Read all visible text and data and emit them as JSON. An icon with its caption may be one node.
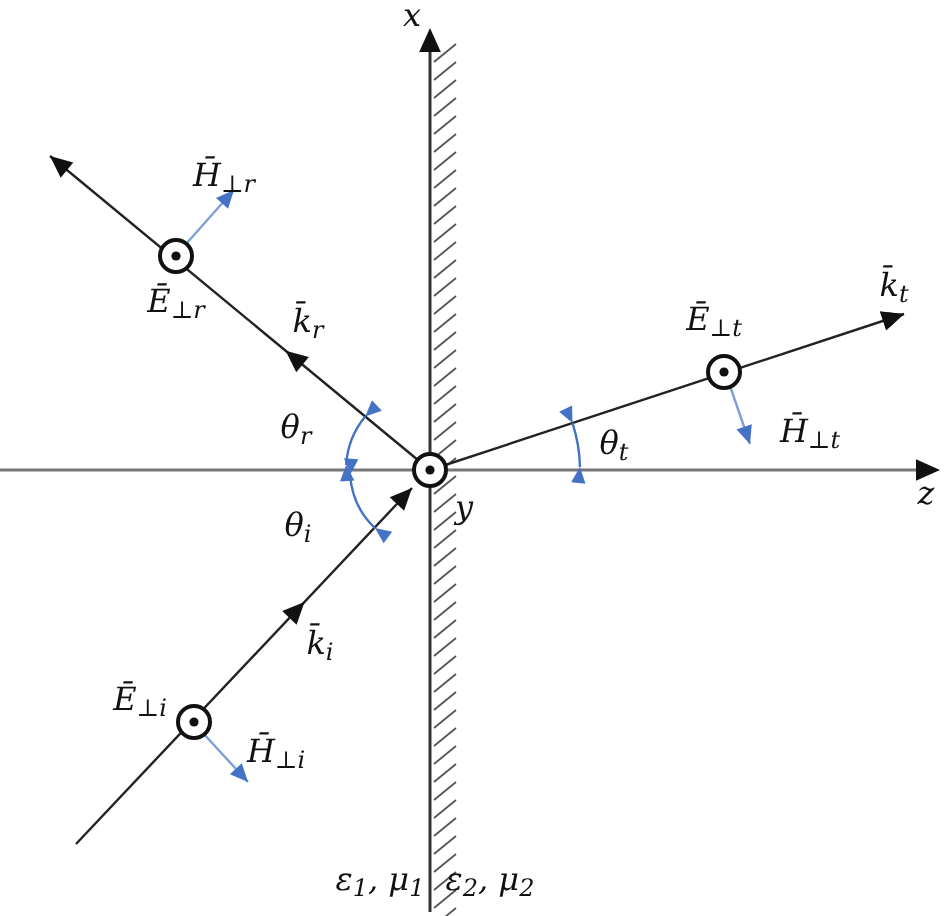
{
  "diagram": {
    "labels": [
      "x",
      "H̄$_{⊥r}$",
      "Ē$_{⊥r}$",
      "k̄$_{r}$",
      "k̄$_{t}$",
      "Ē$_{⊥t}$",
      "θ$_{r}$",
      "θ$_{t}$",
      "H̄$_{⊥t}$",
      "y",
      "z",
      "θ$_{i}$",
      "k̄$_{i}$",
      "Ē$_{⊥i}$",
      "H̄$_{⊥i}$",
      "ε$_{1}$, μ$_{1}$",
      "ε$_{2}$, μ$_{2}$"
    ]
  }
}
